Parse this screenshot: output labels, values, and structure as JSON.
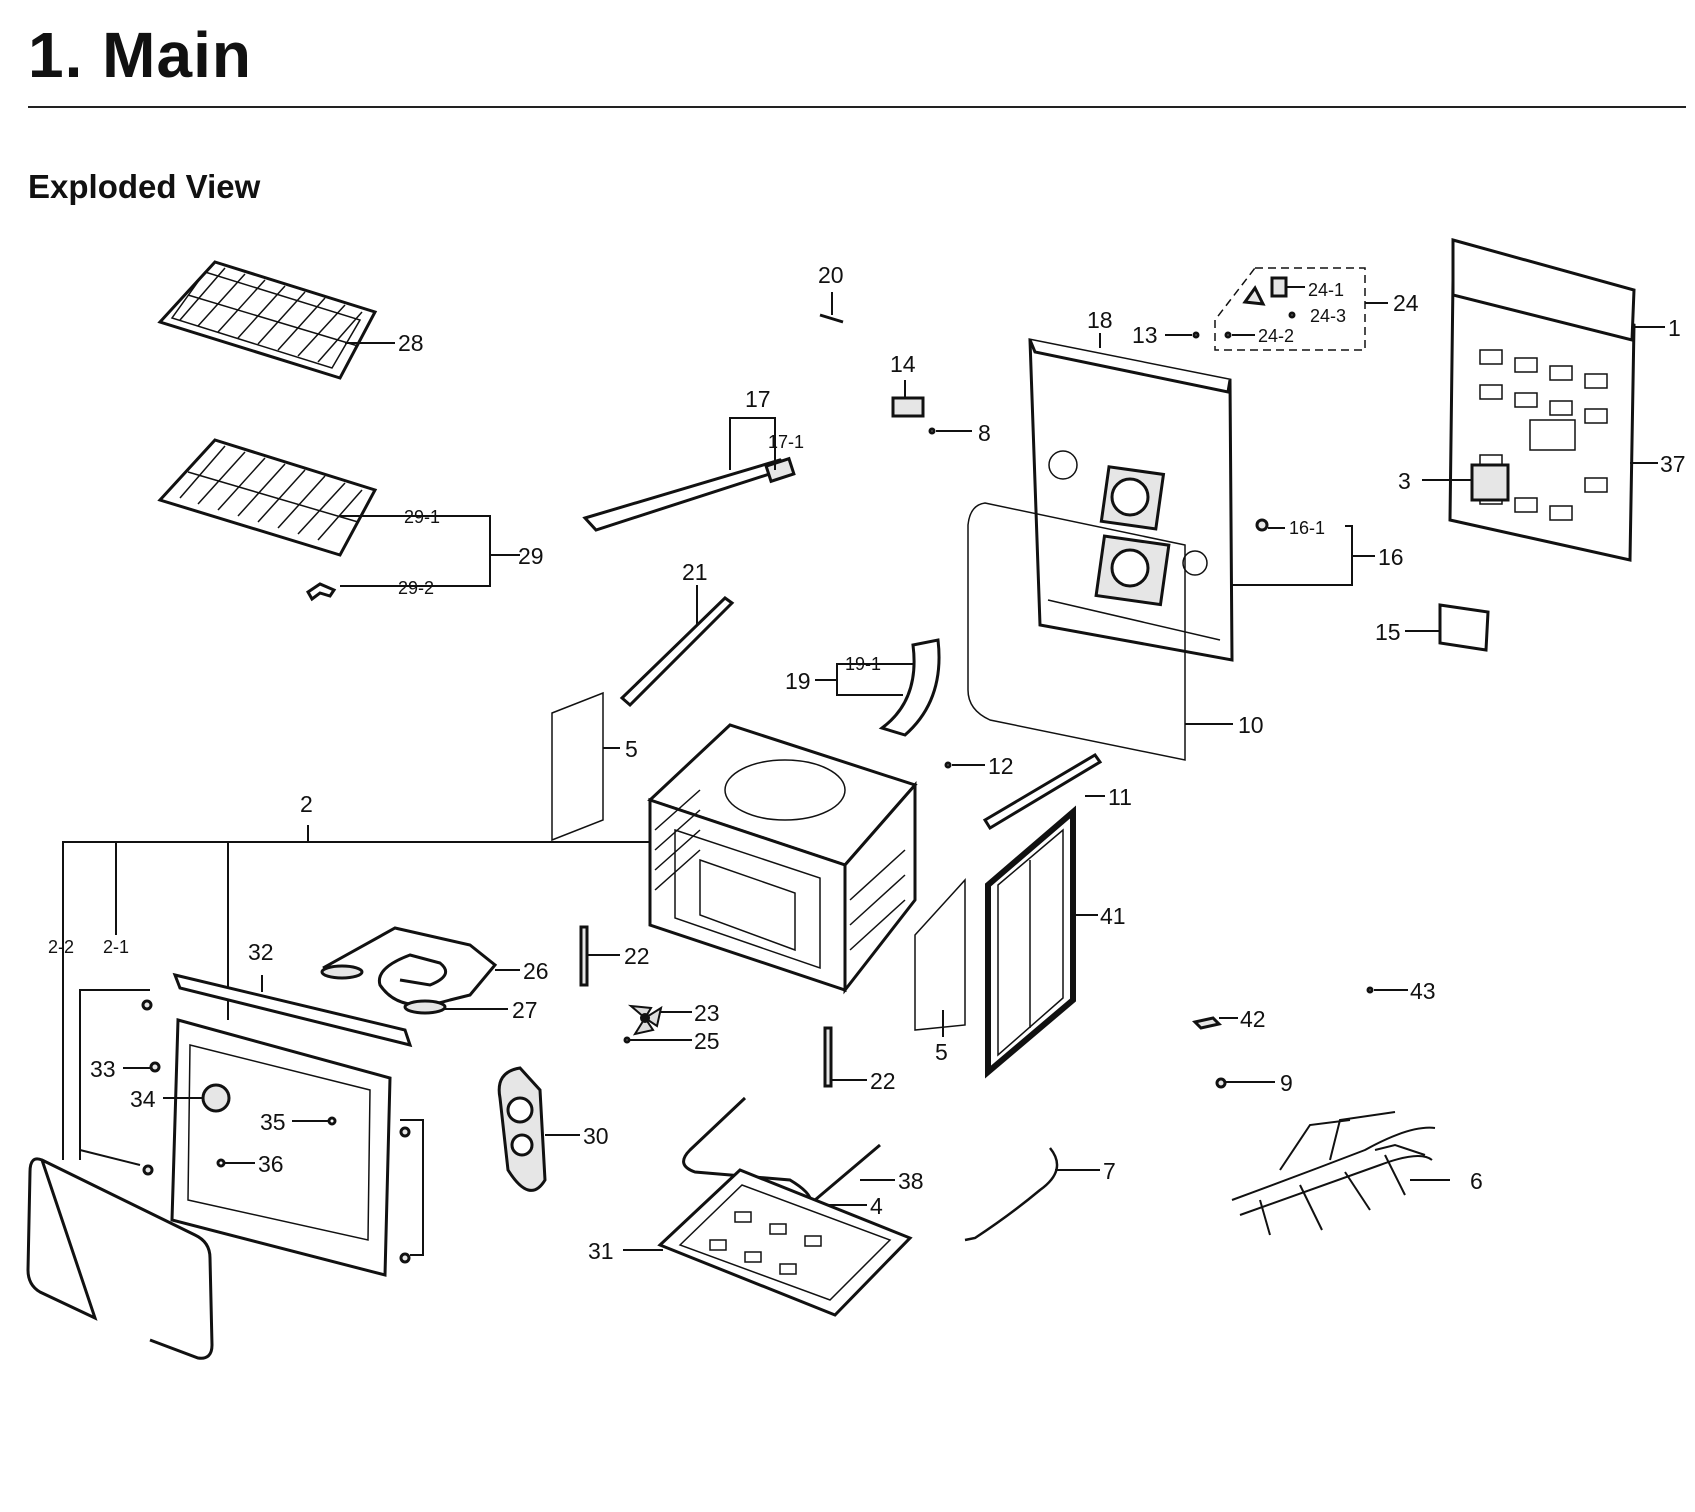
{
  "header": {
    "title": "1.  Main",
    "subtitle": "Exploded View"
  },
  "labels": {
    "l1": "1",
    "l2": "2",
    "l2_1": "2-1",
    "l2_2": "2-2",
    "l3": "3",
    "l4": "4",
    "l5a": "5",
    "l5b": "5",
    "l6": "6",
    "l7": "7",
    "l8": "8",
    "l9": "9",
    "l10": "10",
    "l11": "11",
    "l12": "12",
    "l13": "13",
    "l14": "14",
    "l15": "15",
    "l16": "16",
    "l16_1": "16-1",
    "l17": "17",
    "l17_1": "17-1",
    "l18": "18",
    "l19": "19",
    "l19_1": "19-1",
    "l20": "20",
    "l21": "21",
    "l22a": "22",
    "l22b": "22",
    "l23": "23",
    "l24": "24",
    "l24_1": "24-1",
    "l24_2": "24-2",
    "l24_3": "24-3",
    "l25": "25",
    "l26": "26",
    "l27": "27",
    "l28": "28",
    "l29": "29",
    "l29_1": "29-1",
    "l29_2": "29-2",
    "l30": "30",
    "l31": "31",
    "l32": "32",
    "l33": "33",
    "l34": "34",
    "l35": "35",
    "l36": "36",
    "l37": "37",
    "l38": "38",
    "l41": "41",
    "l42": "42",
    "l43": "43"
  }
}
